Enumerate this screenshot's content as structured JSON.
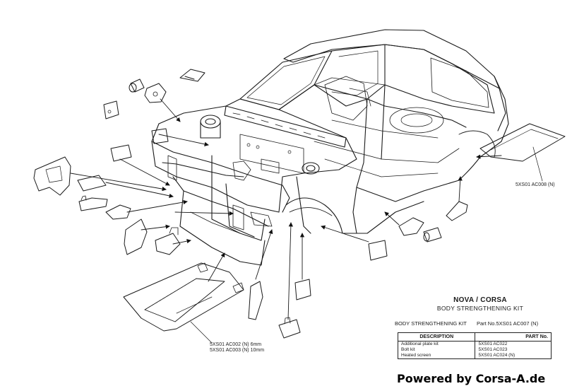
{
  "diagram": {
    "title": "NOVA / CORSA",
    "subtitle": "BODY STRENGTHENING KIT",
    "kit_heading": "BODY STRENGTHENING KIT",
    "kit_part_no": "Part No.5XS01 AC007 (N)",
    "callout_right": "5XS01 AC008 (N)",
    "callout_floor_1": "5XS01 AC002 (N) 6mm",
    "callout_floor_2": "5XS01 AC003 (N) 10mm"
  },
  "parts_table": {
    "headers": {
      "description": "DESCRIPTION",
      "part_no": "PART No."
    },
    "rows": [
      {
        "description": "Additional plate kit",
        "part_no": "5XS01 AC022"
      },
      {
        "description": "Bolt kit",
        "part_no": "5XS01 AC023"
      },
      {
        "description": "Heated screen",
        "part_no": "5XS01 AC024 (N)"
      }
    ]
  },
  "credit": "Powered by Corsa-A.de"
}
